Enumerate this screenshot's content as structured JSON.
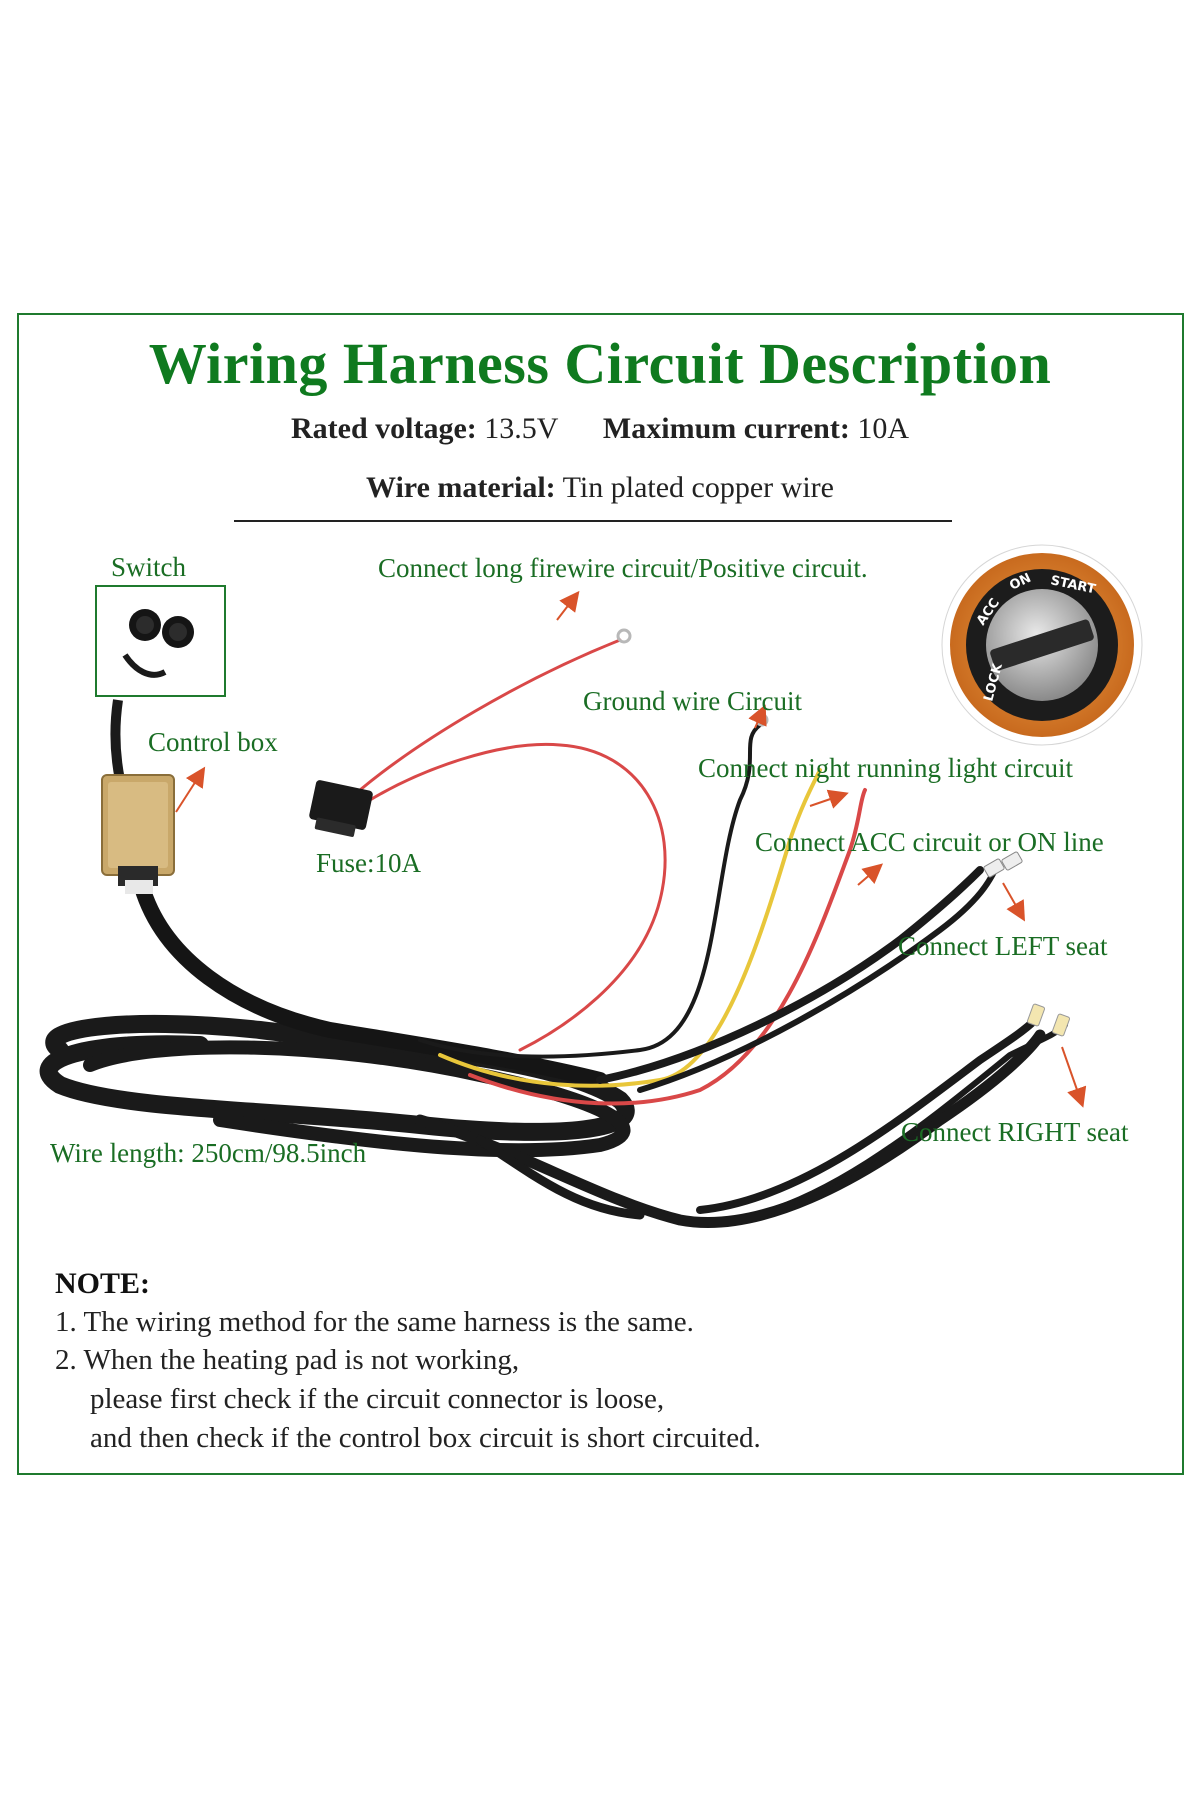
{
  "title": "Wiring Harness Circuit Description",
  "specs": {
    "rated_voltage_label": "Rated voltage:",
    "rated_voltage_value": "13.5V",
    "max_current_label": "Maximum current:",
    "max_current_value": "10A",
    "wire_material_label": "Wire material:",
    "wire_material_value": "Tin plated copper wire"
  },
  "labels": {
    "switch": "Switch",
    "control_box": "Control box",
    "fuse": "Fuse:10A",
    "firewire": "Connect long firewire circuit/Positive circuit.",
    "ground": "Ground wire Circuit",
    "night_light": "Connect night running light circuit",
    "acc": "Connect ACC circuit or ON line",
    "left_seat": "Connect LEFT seat",
    "right_seat": "Connect RIGHT seat",
    "wire_length": "Wire length: 250cm/98.5inch"
  },
  "ignition": {
    "lock": "LOCK",
    "acc": "ACC",
    "on": "ON",
    "start": "START"
  },
  "note": {
    "heading": "NOTE:",
    "items": [
      "1. The wiring method for the same harness is the same.",
      "2. When the heating pad is not working,",
      "please first check if the circuit connector is loose,",
      "and then check if the control box circuit is short circuited."
    ]
  },
  "colors": {
    "title": "#0f7a1f",
    "label": "#1a6d24",
    "arrow": "#d9532a",
    "frame": "#1f7a2e"
  }
}
